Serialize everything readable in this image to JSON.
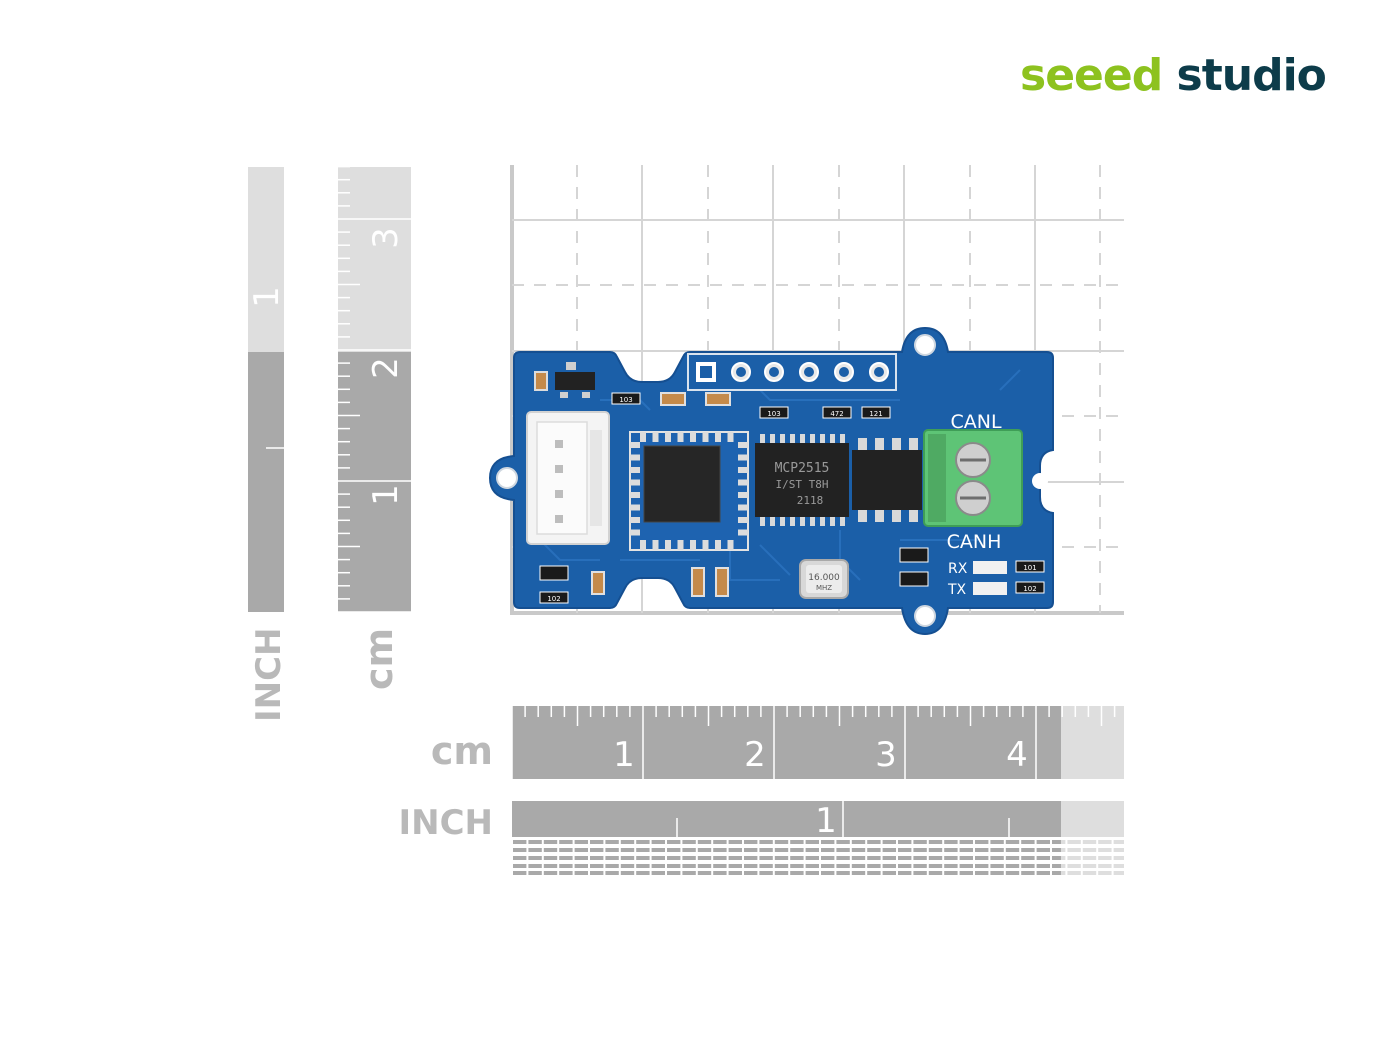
{
  "brand": {
    "part1": "seeed",
    "part2": "studio"
  },
  "rulers": {
    "cm_label": "cm",
    "inch_label": "INCH",
    "horizontal_cm_ticks": [
      "1",
      "2",
      "3",
      "4"
    ],
    "horizontal_inch_ticks": [
      "1"
    ],
    "vertical_cm_ticks": [
      "1",
      "2",
      "3"
    ],
    "vertical_inch_ticks": [
      "1"
    ]
  },
  "board": {
    "chip_mcu": "MCP2515",
    "chip_mcu_line2": "I/ST T8H",
    "chip_mcu_line3": "2118",
    "crystal": "16.000",
    "crystal_unit": "MHZ",
    "terminal_top_label": "CANL",
    "terminal_bottom_label": "CANH",
    "led_rx_label": "RX",
    "led_tx_label": "TX",
    "resistor_codes": [
      "103",
      "103",
      "472",
      "121",
      "102",
      "101",
      "102"
    ]
  },
  "colors": {
    "pcb": "#1b5fa8",
    "pcb_edge": "#154f91",
    "terminal": "#5ec476",
    "ruler_dark": "#a9a9a9",
    "ruler_light": "#dedede",
    "label_gray": "#b9b9b9"
  }
}
